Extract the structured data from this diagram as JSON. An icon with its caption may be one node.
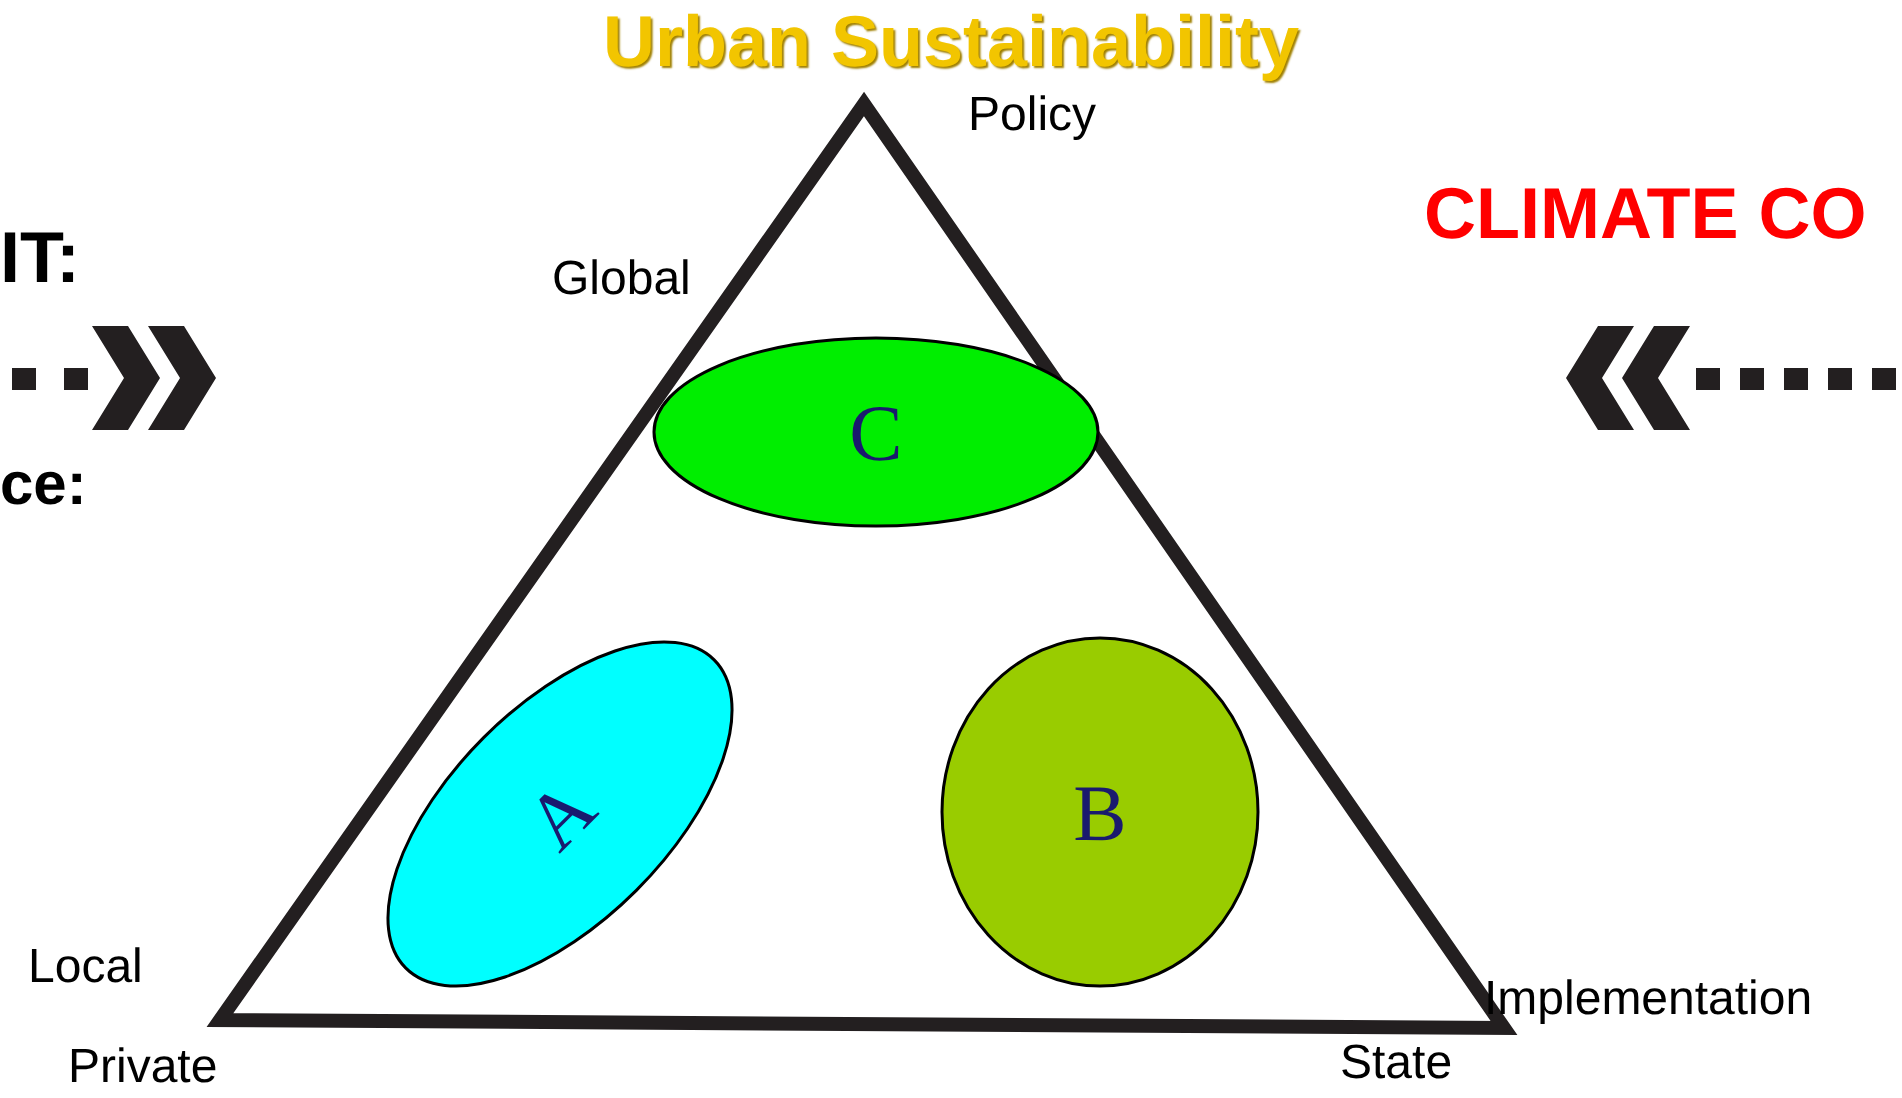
{
  "diagram": {
    "title": "Urban Sustainability",
    "nodes": [
      {
        "text": [
          "C"
        ]
      },
      {
        "text": [
          "A"
        ]
      },
      {
        "text": [
          "B"
        ]
      }
    ],
    "labels": [
      "Policy",
      "Global",
      "IT:",
      "CLIMATE CO",
      "ce:",
      "Local",
      "Implementation",
      "Private",
      "State"
    ]
  }
}
